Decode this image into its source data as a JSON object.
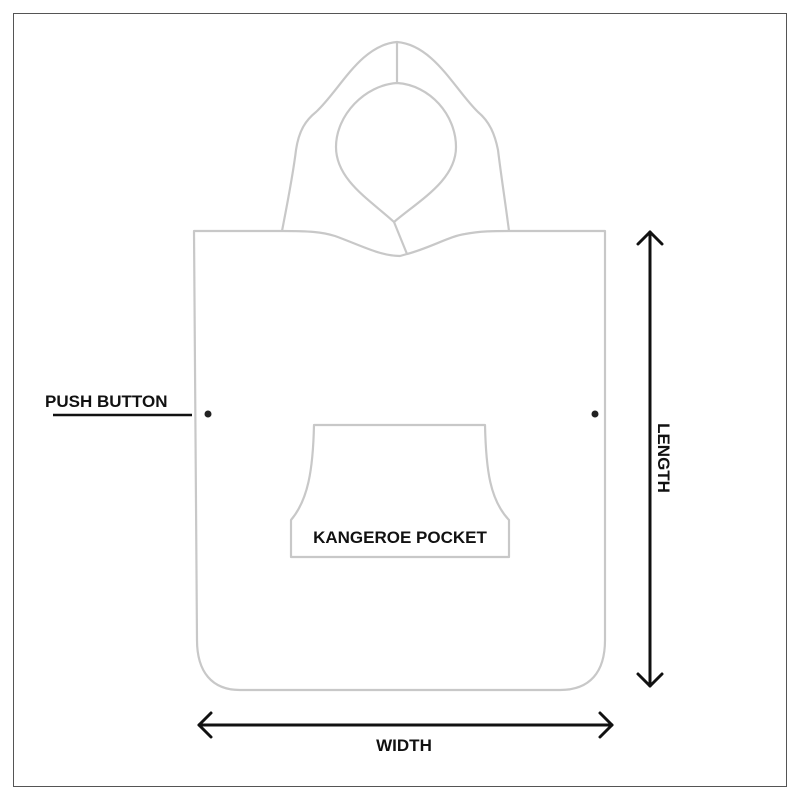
{
  "labels": {
    "push_button": "PUSH BUTTON",
    "pocket": "KANGEROE POCKET",
    "length": "LENGTH",
    "width": "WIDTH"
  },
  "colors": {
    "outline": "#c8c8c8",
    "ink": "#111111",
    "frame": "#555555"
  }
}
